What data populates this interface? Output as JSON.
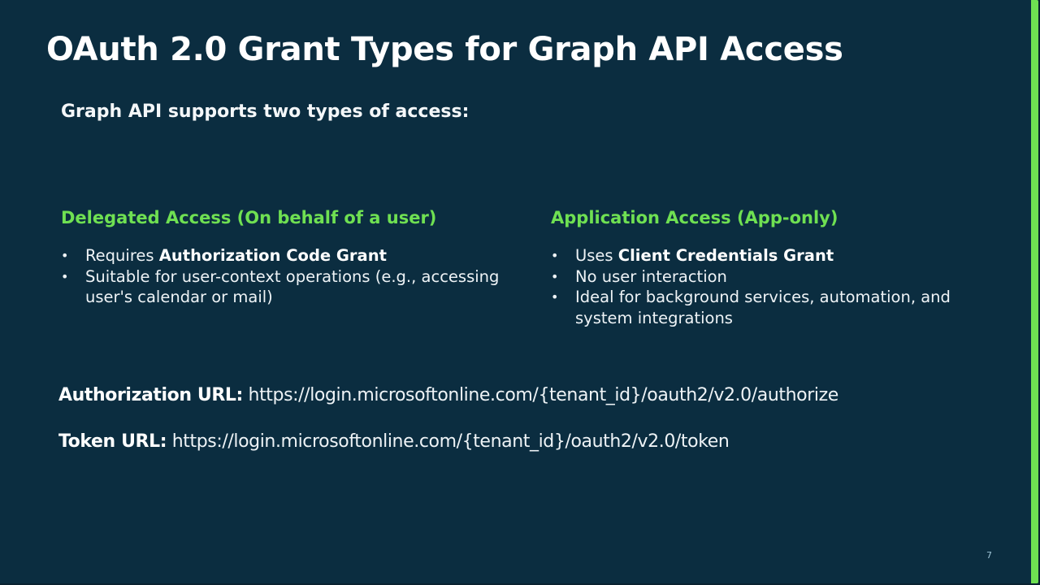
{
  "slide": {
    "title": "OAuth 2.0 Grant Types for Graph API Access",
    "intro": "Graph API supports two types of access:",
    "page_number": "7",
    "colors": {
      "background": "#0b2d40",
      "accent_green": "#6fe052",
      "text": "#f2f6f8"
    }
  },
  "columns": {
    "delegated": {
      "heading": "Delegated Access (On behalf of a user)",
      "bullets": [
        {
          "prefix": "Requires ",
          "bold": "Authorization Code Grant",
          "suffix": ""
        },
        {
          "prefix": "Suitable for user-context operations (e.g., accessing user's calendar or mail)",
          "bold": "",
          "suffix": ""
        }
      ]
    },
    "application": {
      "heading": "Application Access (App-only)",
      "bullets": [
        {
          "prefix": "Uses ",
          "bold": "Client Credentials Grant",
          "suffix": ""
        },
        {
          "prefix": "No user interaction",
          "bold": "",
          "suffix": ""
        },
        {
          "prefix": "Ideal for background services, automation, and system integrations",
          "bold": "",
          "suffix": ""
        }
      ]
    }
  },
  "urls": {
    "authorization": {
      "label": "Authorization URL:",
      "value": " https://login.microsoftonline.com/{tenant_id}/oauth2/v2.0/authorize"
    },
    "token": {
      "label": "Token URL:",
      "value": " https://login.microsoftonline.com/{tenant_id}/oauth2/v2.0/token"
    }
  },
  "bullet_glyph": "•"
}
